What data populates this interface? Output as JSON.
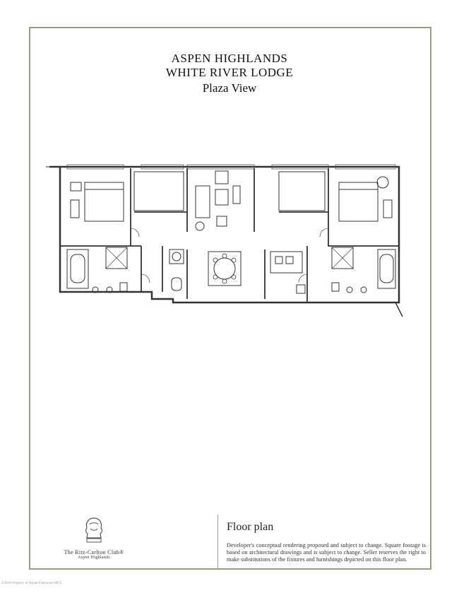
{
  "header": {
    "line1": "ASPEN HIGHLANDS",
    "line2": "WHITE RIVER LODGE",
    "line3": "Plaza View"
  },
  "footer": {
    "floor_plan_label": "Floor plan",
    "disclaimer": "Developer's conceptual rendering proposed and subject to change. Square footage is based on architectural drawings and is subject to change. Seller reserves the right to make substitutions of the fixtures and furnishings depicted on this floor plan."
  },
  "logo": {
    "name": "The Ritz-Carlton Club®",
    "sub": "Aspen Highlands"
  },
  "copyright": "©2018 Property of Aspen/Glenwood MLS",
  "colors": {
    "frame": "#9d9a84",
    "ink": "#222222"
  }
}
